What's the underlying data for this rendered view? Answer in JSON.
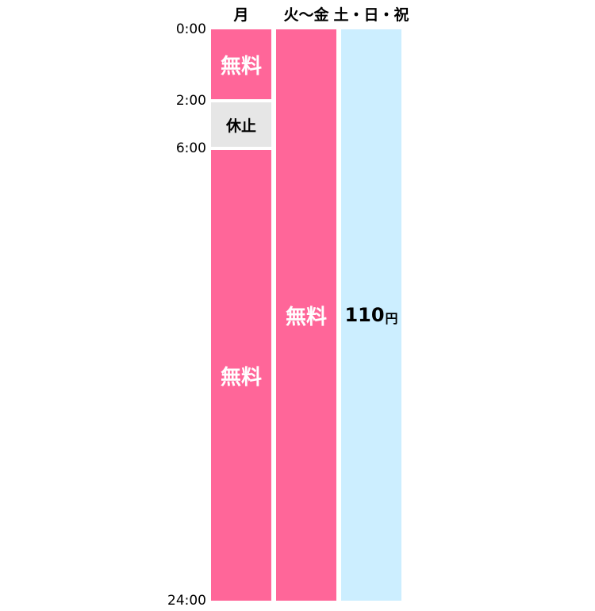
{
  "columns": {
    "monday": "月",
    "weekday": "火〜金",
    "holiday": "土・日・祝"
  },
  "times": {
    "t0": "0:00",
    "t2": "2:00",
    "t6": "6:00",
    "t24": "24:00"
  },
  "monday": {
    "block1": "無料",
    "closed": "休止",
    "block2": "無料"
  },
  "weekday": {
    "block": "無料"
  },
  "holiday": {
    "price_value": "110",
    "price_unit": "円"
  },
  "colors": {
    "free": "#ff6699",
    "closed": "#e6e6e6",
    "paid": "#cceeff"
  }
}
